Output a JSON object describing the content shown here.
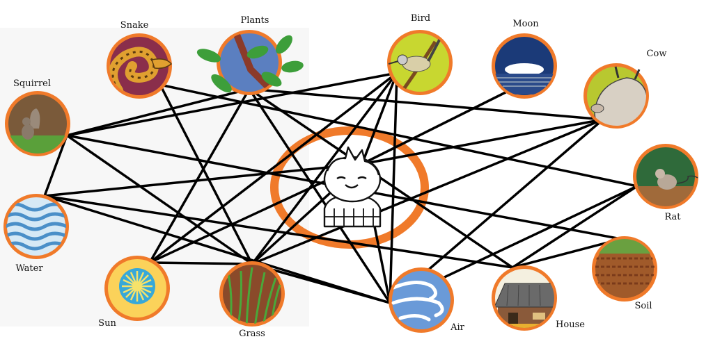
{
  "diagram": {
    "nodes": [
      {
        "id": "snake",
        "label": "Snake",
        "icon": "snake-icon"
      },
      {
        "id": "plants",
        "label": "Plants",
        "icon": "plant-leaves-icon"
      },
      {
        "id": "bird",
        "label": "Bird",
        "icon": "bird-icon"
      },
      {
        "id": "moon",
        "label": "Moon",
        "icon": "moon-icon"
      },
      {
        "id": "cow",
        "label": "Cow",
        "icon": "cow-icon"
      },
      {
        "id": "squirrel",
        "label": "Squirrel",
        "icon": "squirrel-icon"
      },
      {
        "id": "rat",
        "label": "Rat",
        "icon": "rat-icon"
      },
      {
        "id": "water",
        "label": "Water",
        "icon": "water-waves-icon"
      },
      {
        "id": "soil",
        "label": "Soil",
        "icon": "soil-icon"
      },
      {
        "id": "sun",
        "label": "Sun",
        "icon": "sun-icon"
      },
      {
        "id": "grass",
        "label": "Grass",
        "icon": "grass-icon"
      },
      {
        "id": "air",
        "label": "Air",
        "icon": "air-wind-icon"
      },
      {
        "id": "house",
        "label": "House",
        "icon": "house-icon"
      }
    ],
    "center_icon": "person-icon",
    "ring_color": "#f07a2a",
    "edges": [
      [
        "squirrel",
        "plants"
      ],
      [
        "squirrel",
        "bird"
      ],
      [
        "squirrel",
        "grass"
      ],
      [
        "squirrel",
        "soil"
      ],
      [
        "squirrel",
        "water"
      ],
      [
        "snake",
        "grass"
      ],
      [
        "snake",
        "rat"
      ],
      [
        "plants",
        "sun"
      ],
      [
        "plants",
        "air"
      ],
      [
        "plants",
        "cow"
      ],
      [
        "plants",
        "house"
      ],
      [
        "bird",
        "sun"
      ],
      [
        "bird",
        "air"
      ],
      [
        "bird",
        "grass"
      ],
      [
        "bird",
        "person"
      ],
      [
        "moon",
        "person"
      ],
      [
        "cow",
        "grass"
      ],
      [
        "cow",
        "air"
      ],
      [
        "cow",
        "person"
      ],
      [
        "rat",
        "air"
      ],
      [
        "rat",
        "house"
      ],
      [
        "water",
        "person"
      ],
      [
        "water",
        "house"
      ],
      [
        "water",
        "air"
      ],
      [
        "sun",
        "grass"
      ],
      [
        "sun",
        "person"
      ],
      [
        "grass",
        "person"
      ],
      [
        "grass",
        "air"
      ],
      [
        "air",
        "person"
      ],
      [
        "soil",
        "house"
      ]
    ]
  }
}
